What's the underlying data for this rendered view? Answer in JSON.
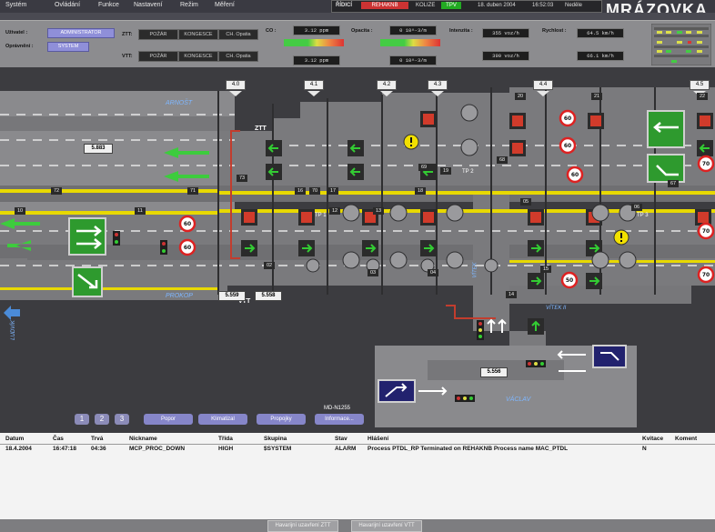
{
  "menu": [
    "Systém",
    "Ovládání",
    "Funkce",
    "Nastavení",
    "Režim",
    "Měření"
  ],
  "status": {
    "mode": "ŘÍDICÍ",
    "server": "REHAKNB",
    "collision_label": "KOLIZE",
    "collision_value": "TPV",
    "date": "18. duben 2004",
    "time": "16:52:03",
    "weekday": "Neděle"
  },
  "brand": "MRÁZOVKA",
  "panel": {
    "user_label": "Uživatel :",
    "user_value": "ADMINISTRATOR",
    "permission_label": "Oprávnění :",
    "permission_value": "SYSTEM",
    "ztt_label": "ZTT:",
    "vtt_label": "VTT:",
    "ztt_buttons": [
      "POŽÁR",
      "KONGESCE",
      "CH. Opatia"
    ],
    "vtt_buttons": [
      "POŽÁR",
      "KONGESCE",
      "CH. Opatia"
    ],
    "co_label": "CO :",
    "co_top": "3.12 ppm",
    "co_bottom": "3.12 ppm",
    "opacity_label": "Opacita :",
    "opacity_top": "0 10^-3/m",
    "opacity_bottom": "0 10^-3/m",
    "intensity_label": "Intenzita :",
    "intensity_top": "355 voz/h",
    "intensity_bottom": "390 voz/h",
    "speed_label": "Rychlost :",
    "speed_top": "64.5 km/h",
    "speed_bottom": "66.1 km/h"
  },
  "schema": {
    "sections": [
      "4.0",
      "4.1",
      "4.2",
      "4.3",
      "4.4",
      "4.5"
    ],
    "labels": {
      "ztt": "ZTT",
      "vtt": "VTT",
      "tp1": "TP 1",
      "tp2": "TP 2",
      "tp3": "TP 3",
      "arnost": "ARNOŠT",
      "prokop": "PROKOP",
      "vitek": "VÍTEK",
      "vitek2": "VÍTEK II",
      "vaclav": "VÁCLAV",
      "ludvik": "LUDVÍK"
    },
    "distances": [
      "5.883",
      "5.559",
      "5.558",
      "5.556"
    ],
    "blocks": [
      "72",
      "71",
      "70",
      "68",
      "69",
      "67",
      "73",
      "16",
      "17",
      "18",
      "19",
      "20",
      "21",
      "22",
      "12",
      "13",
      "14",
      "15",
      "10",
      "11",
      "03",
      "04",
      "05",
      "06",
      "02"
    ],
    "node_label": "MD-N1255"
  },
  "pages": [
    "1",
    "2",
    "3"
  ],
  "nav_buttons": [
    "Popor",
    "Klimatizal",
    "Propojky",
    "Informace..."
  ],
  "alarm": {
    "headers": [
      "Datum",
      "Čas",
      "Trvá",
      "Nickname",
      "Třída",
      "Skupina",
      "Stav",
      "Hlášení",
      "Kvitace",
      "Koment"
    ],
    "rows": [
      {
        "date": "18.4.2004",
        "time": "16:47:18",
        "duration": "04:36",
        "nickname": "MCP_PROC_DOWN",
        "class": "HIGH",
        "group": "$SYSTEM",
        "state": "ALARM",
        "message": "Process PTDL_RP Terminated on REHAKNB Process name MAC_PTDL",
        "ack": "N",
        "comment": ""
      }
    ]
  },
  "bottom_buttons": [
    "Havarijní uzavření ZTT",
    "Havarijní uzavření VTT"
  ]
}
